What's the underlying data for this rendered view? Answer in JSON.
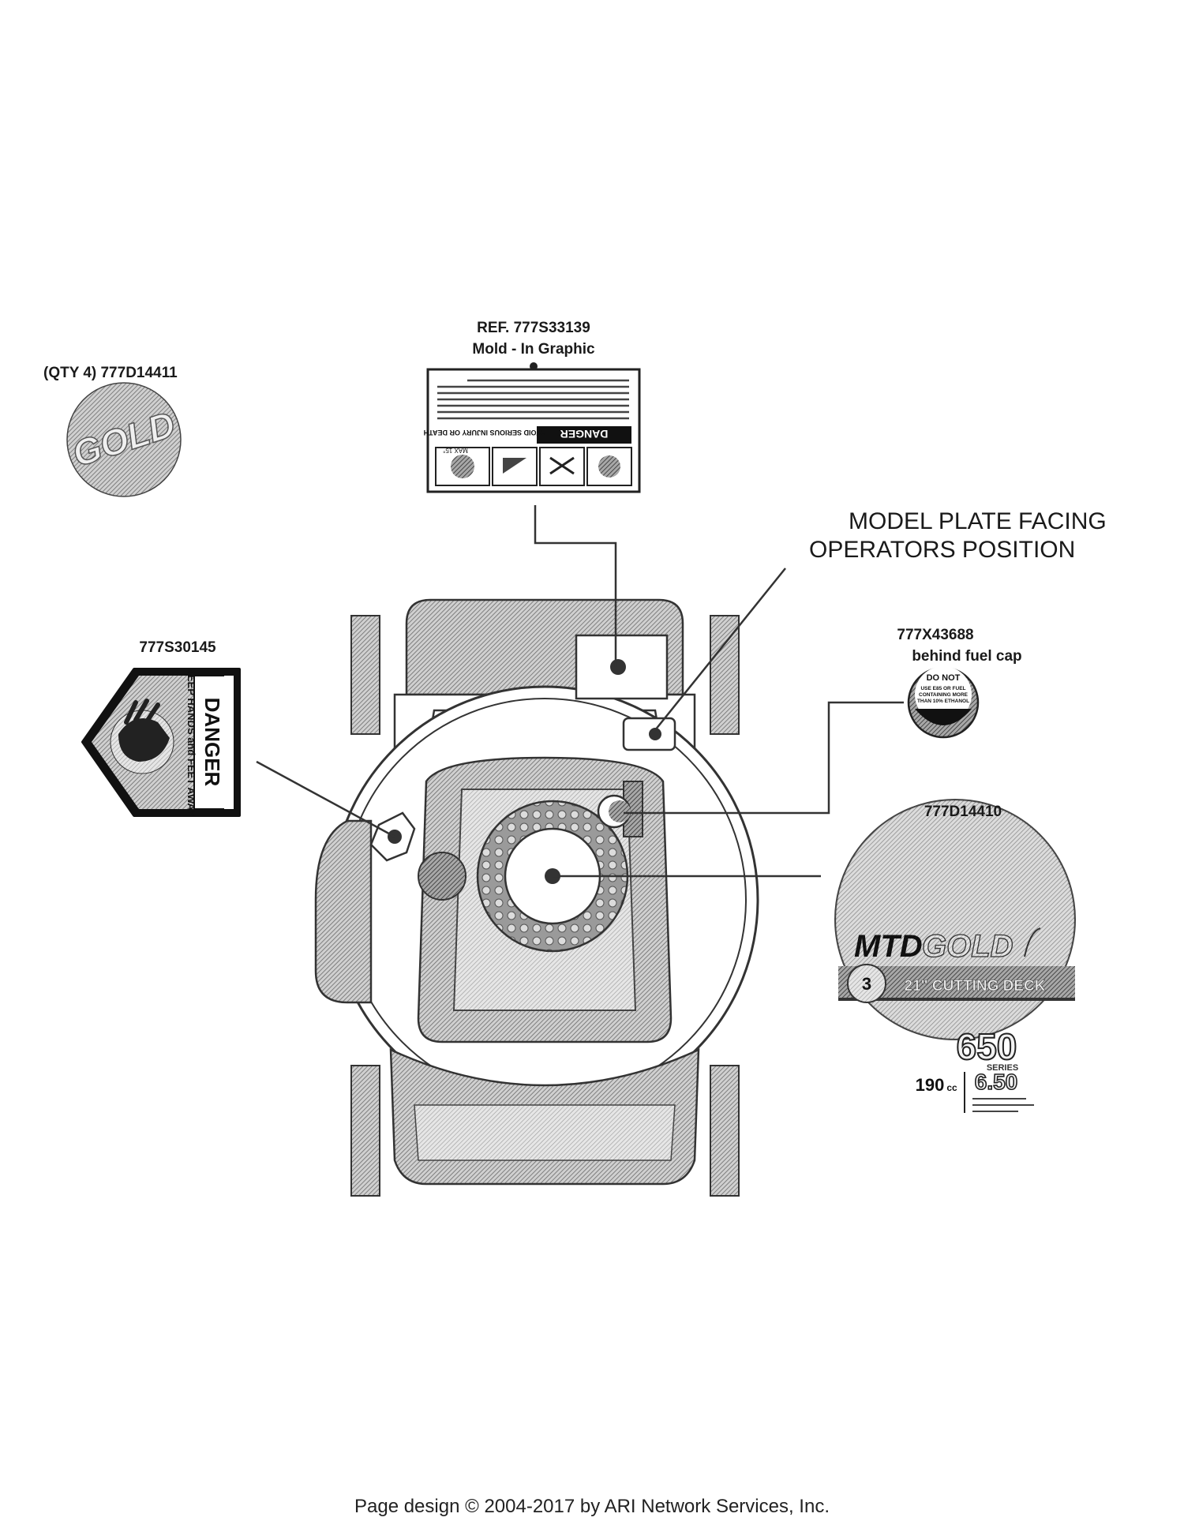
{
  "colors": {
    "ink": "#1a1a1a",
    "mid_gray": "#8e8e8e",
    "light_gray": "#c8c8c8",
    "dark_gray": "#5a5a5a"
  },
  "callouts": {
    "qty_gold_decal": "(QTY 4) 777D14411",
    "mold_ref": "REF. 777S33139",
    "mold_sub": "Mold - In Graphic",
    "model_plate_line1": "MODEL PLATE FACING",
    "model_plate_line2": "OPERATORS POSITION",
    "danger_decal": "777S30145",
    "fuel_decal": "777X43688",
    "fuel_sub": "behind fuel cap",
    "deck_decal": "777D14410"
  },
  "decals": {
    "gold_word": "GOLD",
    "danger_label": {
      "header": "DANGER",
      "line1": "KEEP HANDS and FEET AWAY"
    },
    "mold_label": {
      "header": "DANGER",
      "sub": "AVOID SERIOUS INJURY OR DEATH",
      "max": "MAX 15°"
    },
    "fuel_label": {
      "top": "DO NOT",
      "line1": "USE E85 OR FUEL",
      "line2": "CONTAINING MORE",
      "line3": "THAN 10% ETHANOL"
    },
    "deck_label": {
      "brand1": "MTD",
      "brand2": "GOLD",
      "badge": "3",
      "deck": "21\" CUTTING DECK",
      "series": "650",
      "series_word": "SERIES",
      "cc": "190",
      "cc_unit": "cc",
      "torque": "6.50"
    }
  },
  "footer": "Page design © 2004-2017 by ARI Network Services, Inc."
}
